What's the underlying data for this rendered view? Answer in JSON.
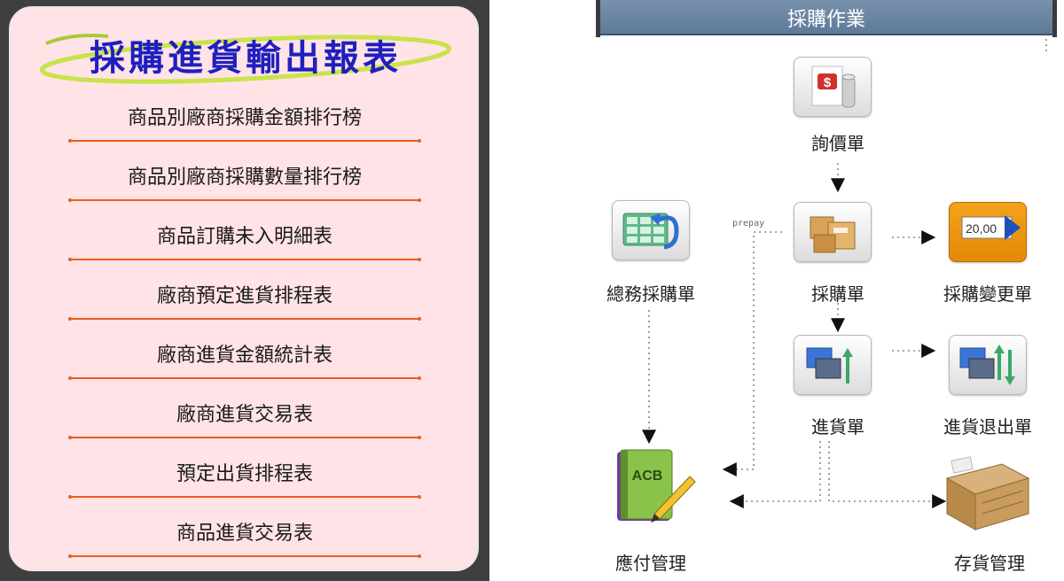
{
  "left_panel": {
    "title": "採購進貨輸出報表",
    "reports": [
      {
        "label": "商品別廠商採購金額排行榜"
      },
      {
        "label": "商品別廠商採購數量排行榜"
      },
      {
        "label": "商品訂購未入明細表"
      },
      {
        "label": "廠商預定進貨排程表"
      },
      {
        "label": "廠商進貨金額統計表"
      },
      {
        "label": "廠商進貨交易表"
      },
      {
        "label": "預定出貨排程表"
      },
      {
        "label": "商品進貨交易表"
      }
    ],
    "colors": {
      "background": "#ffe3e6",
      "title": "#1f1fbf",
      "divider": "#e8601c"
    }
  },
  "right_panel": {
    "header_title": "採購作業",
    "nodes": {
      "inquiry": {
        "label": "詢價單",
        "icon": "price-inquiry-icon"
      },
      "general_purchase": {
        "label": "總務採購單",
        "icon": "spreadsheet-undo-icon"
      },
      "purchase_order": {
        "label": "採購單",
        "icon": "boxes-icon"
      },
      "po_change": {
        "label": "採購變更單",
        "icon": "value-change-icon"
      },
      "receiving": {
        "label": "進貨單",
        "icon": "goods-in-icon"
      },
      "return": {
        "label": "進貨退出單",
        "icon": "goods-return-icon"
      },
      "payables": {
        "label": "應付管理",
        "icon": "acb-ledger-icon"
      },
      "inventory": {
        "label": "存貨管理",
        "icon": "stacked-cartons-icon"
      }
    },
    "prepay_label": "prepay",
    "change_value": "20,00",
    "ledger_text": "ACB"
  }
}
